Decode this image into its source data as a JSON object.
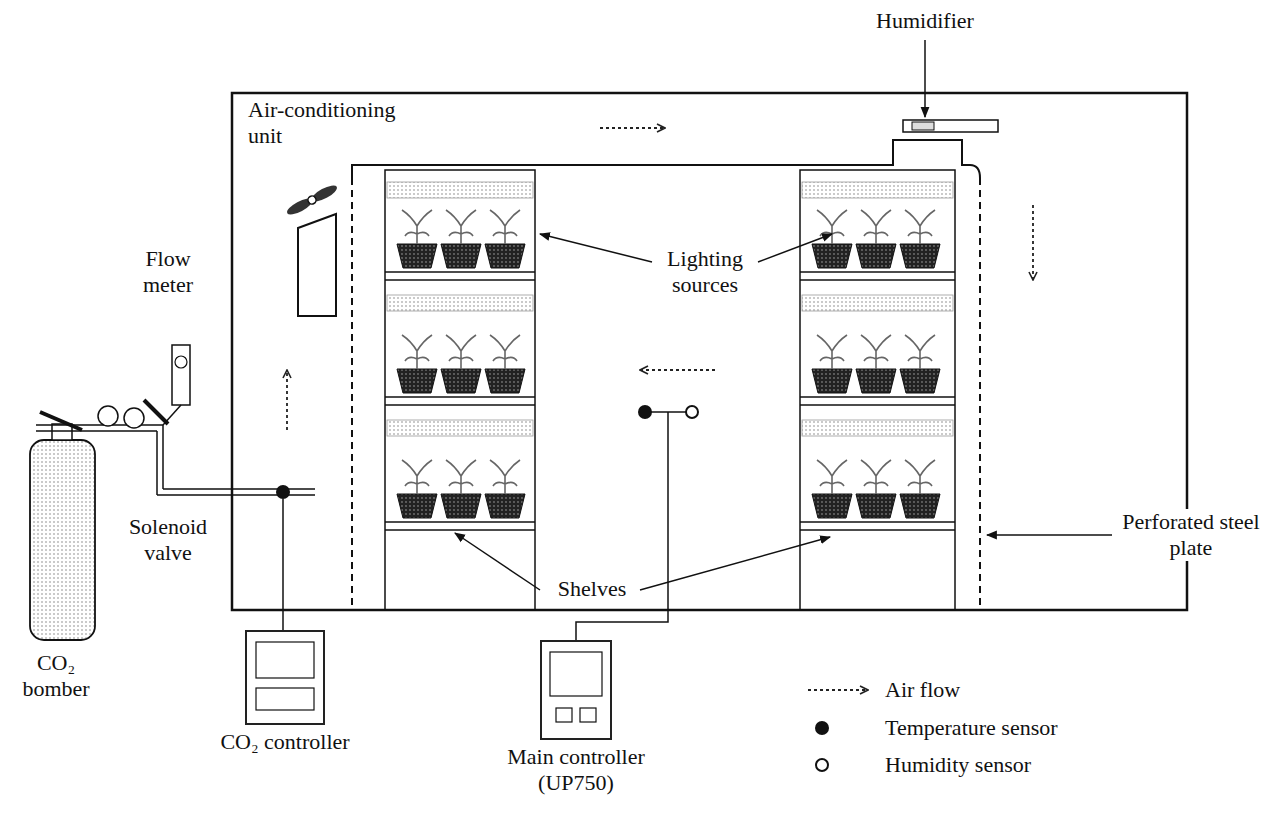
{
  "diagram": {
    "nodes": [
      {
        "text": [
          "CO₂ controller"
        ]
      },
      {
        "text": [
          "Main controller (UP750)"
        ]
      }
    ],
    "labels": [
      "Humidifier",
      "Air-conditioning unit",
      "Flow meter",
      "Lighting sources",
      "Solenoid valve",
      "Shelves",
      "Perforated steel plate",
      "CO₂ bomber"
    ],
    "legend": [
      {
        "text": "Air flow"
      },
      {
        "text": "Temperature sensor"
      },
      {
        "text": "Humidity sensor"
      }
    ]
  }
}
